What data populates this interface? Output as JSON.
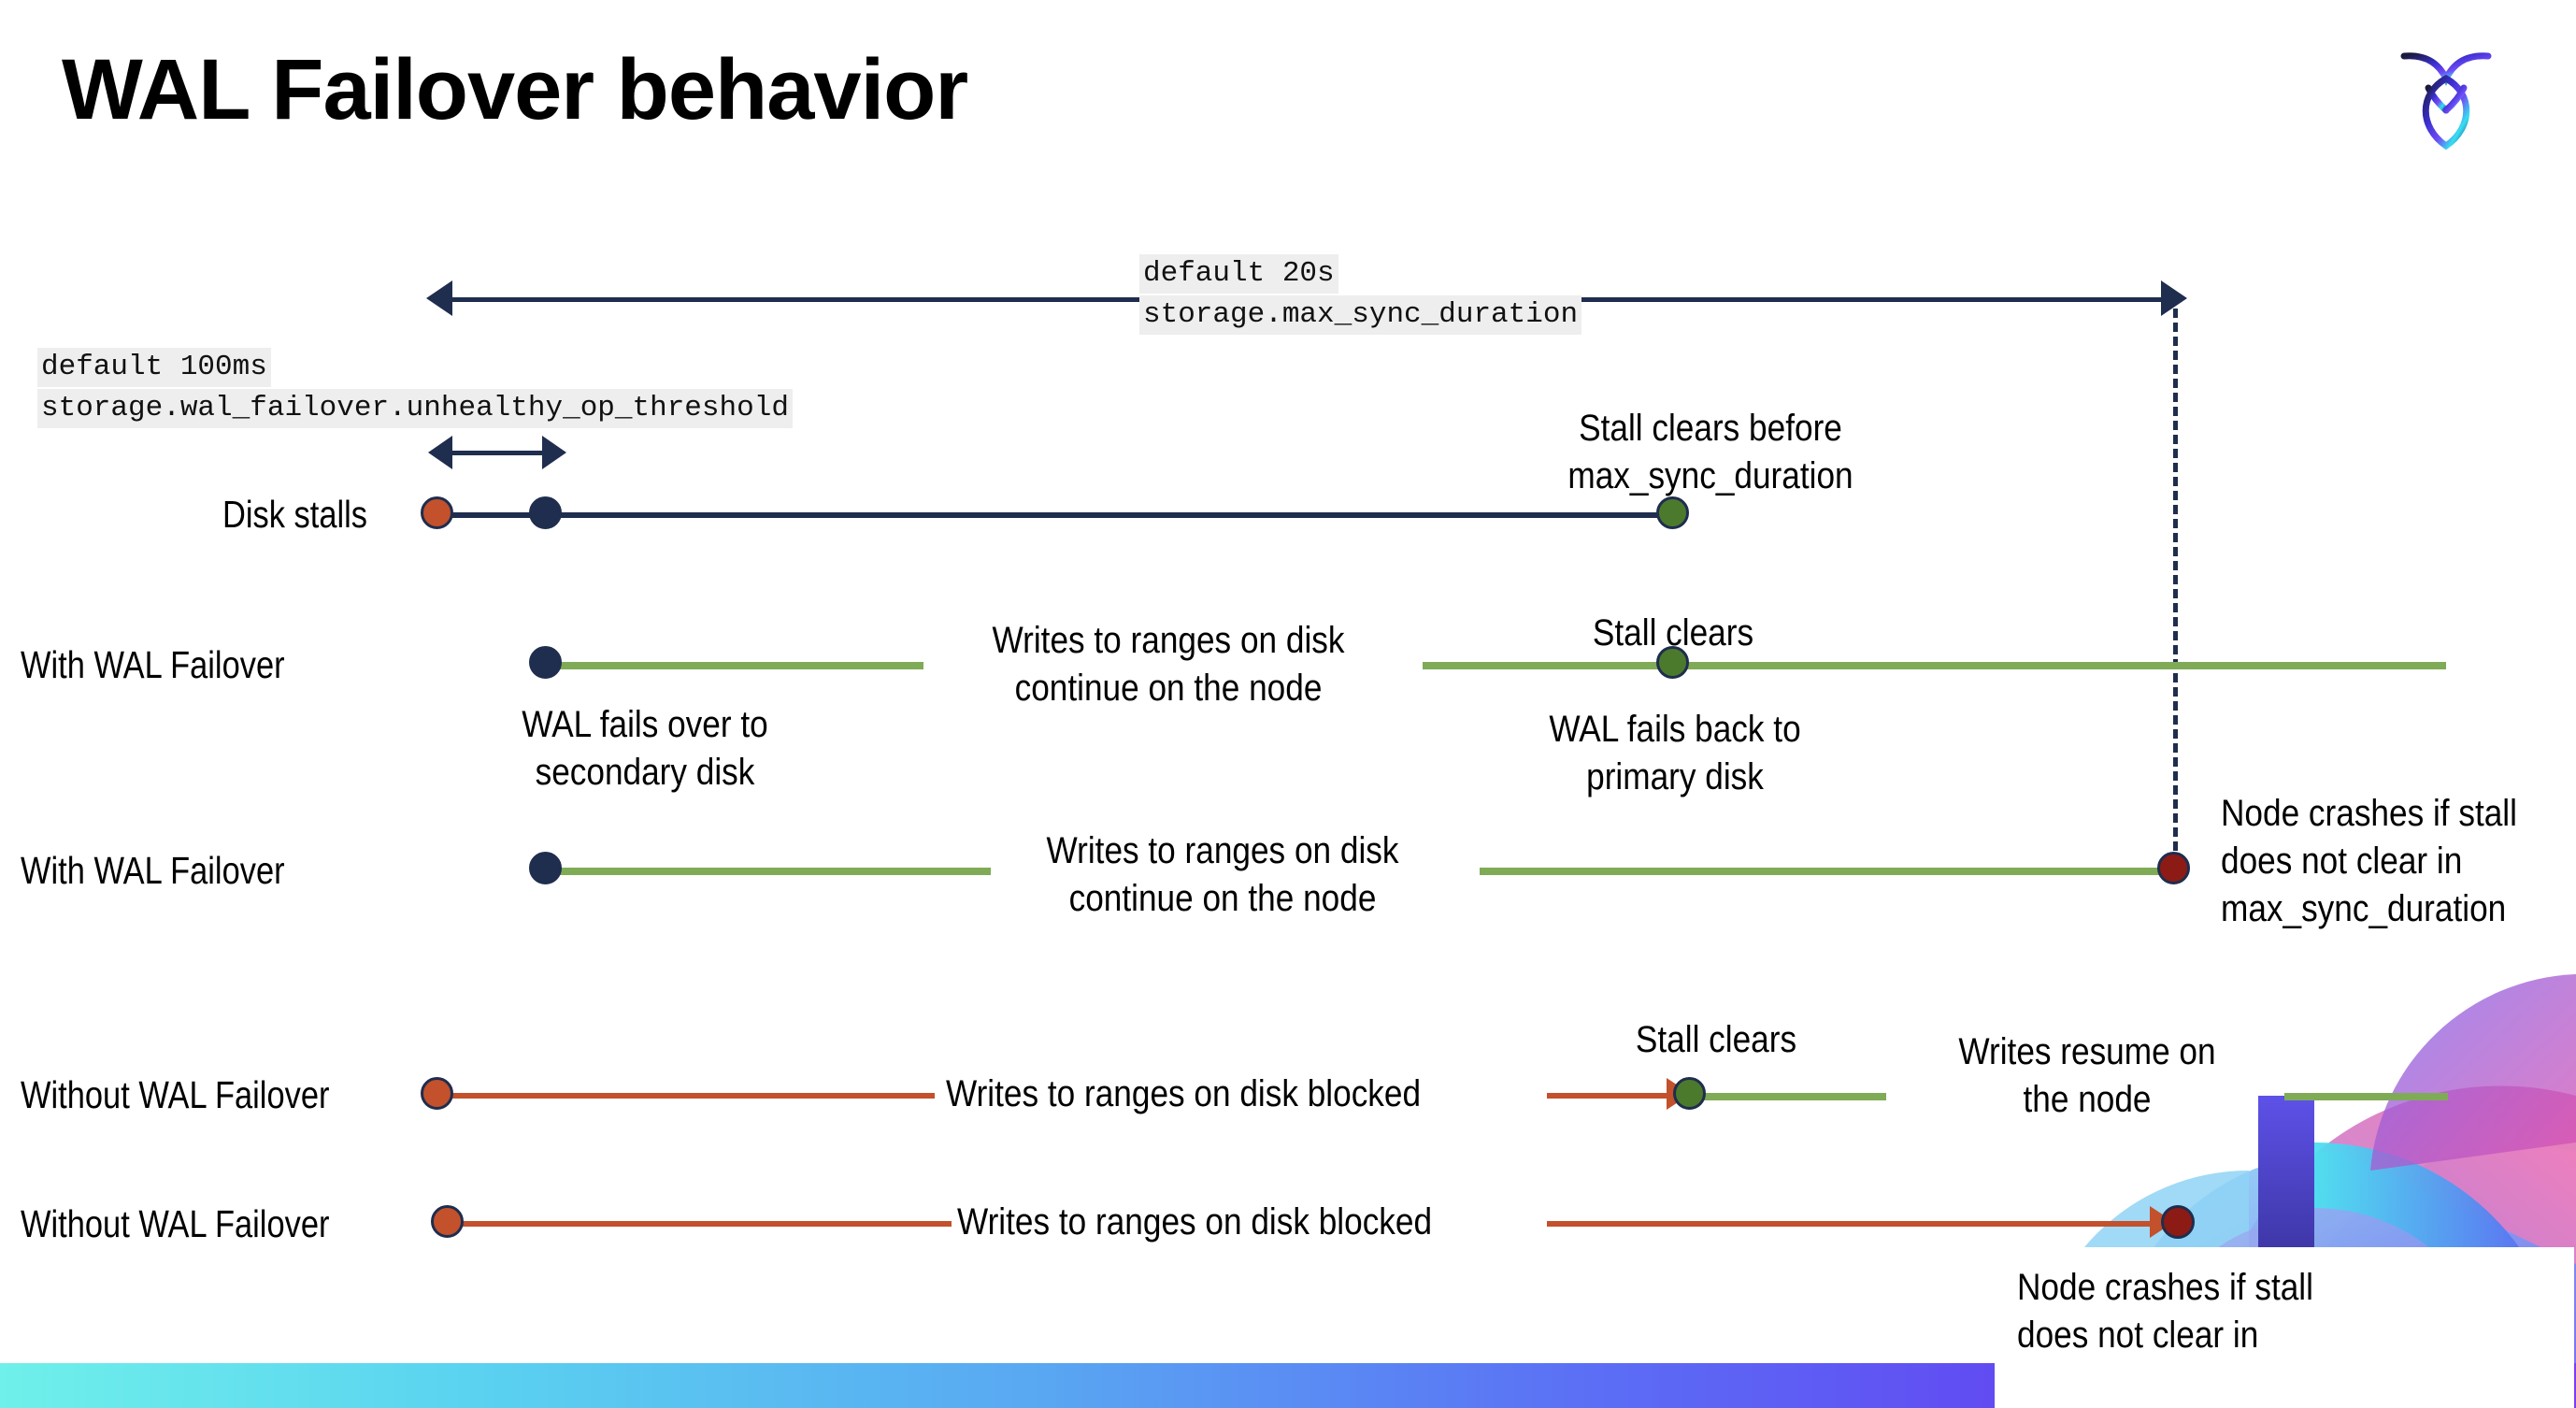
{
  "slide": {
    "title": "WAL Failover behavior",
    "logo_name": "cockroachdb-logo"
  },
  "annotations": {
    "max_sync": {
      "default": "default 20s",
      "setting": "storage.max_sync_duration"
    },
    "unhealthy_op": {
      "default": "default 100ms",
      "setting": "storage.wal_failover.unhealthy_op_threshold"
    }
  },
  "rows": [
    {
      "id": "disk-stalls",
      "label": "Disk stalls",
      "notes": [
        {
          "id": "stall-clears-before",
          "text": "Stall clears before\nmax_sync_duration"
        }
      ]
    },
    {
      "id": "with-wal-failover-1",
      "label": "With WAL Failover",
      "notes": [
        {
          "id": "writes-continue-1",
          "text": "Writes to ranges on disk\ncontinue on the node"
        },
        {
          "id": "wal-fails-over",
          "text": "WAL fails over to\nsecondary disk"
        },
        {
          "id": "stall-clears-1",
          "text": "Stall clears"
        },
        {
          "id": "wal-fails-back",
          "text": "WAL fails  back\nto primary disk"
        }
      ]
    },
    {
      "id": "with-wal-failover-2",
      "label": "With WAL Failover",
      "notes": [
        {
          "id": "writes-continue-2",
          "text": "Writes to ranges on disk\ncontinue on the node"
        },
        {
          "id": "node-crashes-1",
          "text": "Node crashes if stall\ndoes not clear in\nmax_sync_duration"
        }
      ]
    },
    {
      "id": "without-wal-failover-1",
      "label": "Without WAL Failover",
      "notes": [
        {
          "id": "writes-blocked-1",
          "text": "Writes to ranges on disk  blocked"
        },
        {
          "id": "stall-clears-2",
          "text": "Stall clears"
        },
        {
          "id": "writes-resume",
          "text": "Writes resume on\nthe node"
        }
      ]
    },
    {
      "id": "without-wal-failover-2",
      "label": "Without WAL Failover",
      "notes": [
        {
          "id": "writes-blocked-2",
          "text": "Writes to ranges on disk  blocked"
        },
        {
          "id": "node-crashes-2",
          "text": "Node crashes if stall\ndoes not clear in\nmax_sync_duration"
        }
      ]
    }
  ],
  "colors": {
    "navy": "#1f2d4e",
    "green_line": "#7fab56",
    "green_dot": "#4c7a2c",
    "orange_line": "#c2512c",
    "orange_dot": "#c2512c",
    "dark_red_dot": "#8c1b16",
    "code_bg": "#eeeeee",
    "bar_gradient_start": "#6ff0ea",
    "bar_gradient_end": "#7b3df0"
  }
}
